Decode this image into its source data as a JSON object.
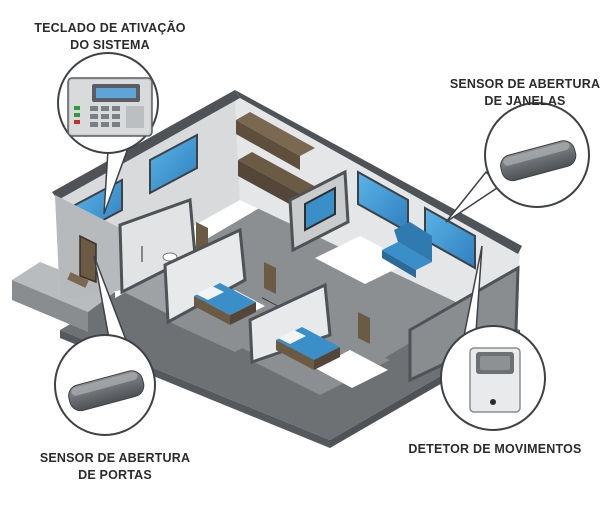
{
  "labels": {
    "keypad": {
      "line1": "TECLADO DE ATIVAÇÃO",
      "line2": "DO SISTEMA"
    },
    "window_sensor": {
      "line1": "SENSOR DE ABERTURA",
      "line2": "DE JANELAS"
    },
    "door_sensor": {
      "line1": "SENSOR DE ABERTURA",
      "line2": "DE PORTAS"
    },
    "motion_detector": {
      "line1": "DETETOR DE MOVIMENTOS"
    }
  },
  "colors": {
    "wall": "#5a5d61",
    "wall_light": "#e4e6e8",
    "floor": "#8a8d90",
    "floor_dark": "#6e7174",
    "accent_blue": "#3b8fc9",
    "window_blue": "#4aa3d8",
    "wood": "#6b5a44",
    "text": "#2b2b2b"
  },
  "icons": [
    "keypad-icon",
    "window-sensor-icon",
    "door-sensor-icon",
    "motion-detector-icon"
  ]
}
